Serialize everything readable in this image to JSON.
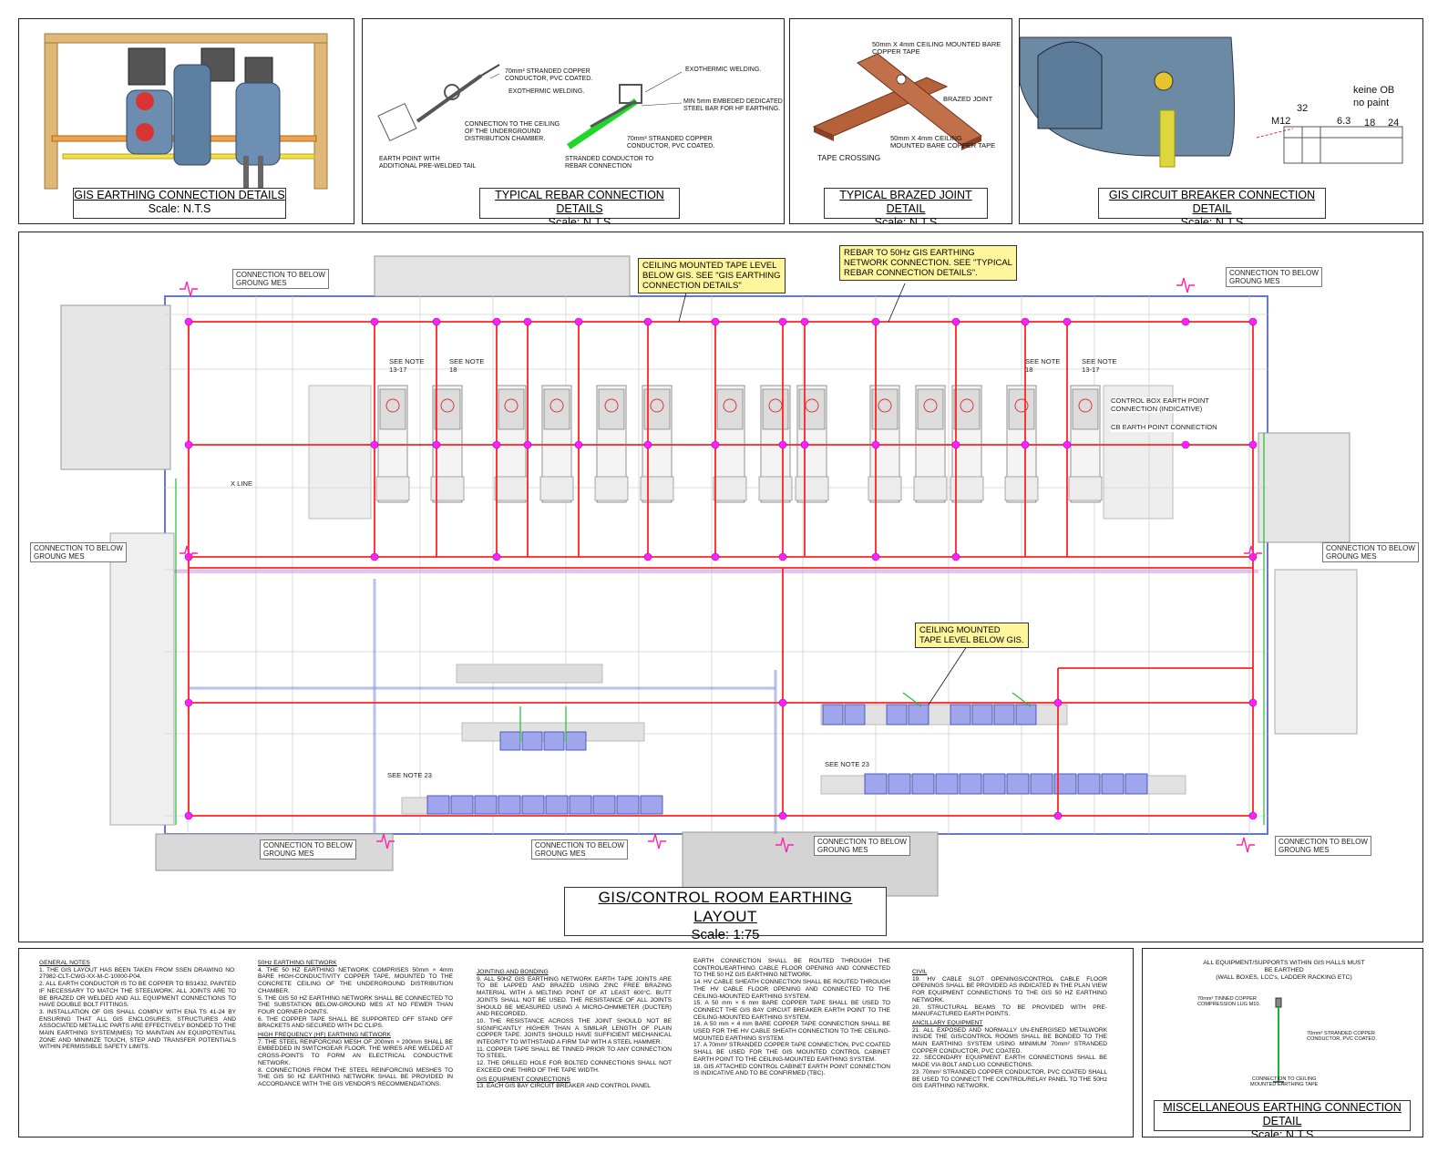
{
  "details": [
    {
      "title": "GIS EARTHING CONNECTION DETAILS",
      "scale": "Scale: N.T.S"
    },
    {
      "title": "TYPICAL REBAR CONNECTION DETAILS",
      "scale": "Scale: N.T.S"
    },
    {
      "title": "TYPICAL BRAZED JOINT DETAIL",
      "scale": "Scale: N.T.S"
    },
    {
      "title": "GIS CIRCUIT BREAKER CONNECTION DETAIL",
      "scale": "Scale: N.T.S"
    }
  ],
  "rebar_labels": {
    "conductor_pvc": "70mm² STRANDED COPPER\nCONDUCTOR, PVC COATED.",
    "exo_weld_left": "EXOTHERMIC WELDING.",
    "ceiling": "CONNECTION TO THE CEILING\nOF THE UNDERGROUND\nDISTRIBUTION CHAMBER.",
    "earth_point": "EARTH POINT WITH\nADDITIONAL PRE-WELDED TAIL",
    "exo_weld_right": "EXOTHERMIC WELDING.",
    "steel_bar": "MIN 5mm EMBEDED DEDICATED\nSTEEL BAR FOR HF EARTHING.",
    "conductor_pvc_2": "70mm² STRANDED COPPER\nCONDUCTOR, PVC COATED.",
    "stranded_rebar": "STRANDED CONDUCTOR TO\nREBAR CONNECTION"
  },
  "brazed_labels": {
    "top": "50mm X 4mm CEILING MOUNTED BARE\nCOPPER TAPE",
    "joint": "BRAZED JOINT",
    "bottom": "50mm X 4mm CEILING\nMOUNTED BARE COPPER TAPE",
    "crossing": "TAPE CROSSING"
  },
  "cb_labels": {
    "keine": "keine OB",
    "no_paint": "no paint",
    "m12": "M12",
    "d32": "32",
    "d63": "6.3",
    "d18": "18",
    "d24": "24"
  },
  "callouts": {
    "ceiling_tape": "CEILING MOUNTED TAPE LEVEL\nBELOW GIS. SEE \"GIS EARTHING\nCONNECTION DETAILS\"",
    "rebar": "REBAR TO 50Hz GIS EARTHING\nNETWORK CONNECTION. SEE \"TYPICAL\nREBAR CONNECTION DETAILS\".",
    "ceiling_tape_2": "CEILING MOUNTED\nTAPE LEVEL BELOW GIS."
  },
  "connections": {
    "label": "CONNECTION TO BELOW\nGROUNG MES"
  },
  "plan_notes": {
    "see_13_17_a": "SEE NOTE\n13-17",
    "see_18_a": "SEE NOTE\n18",
    "see_18_b": "SEE NOTE\n18",
    "see_13_17_b": "SEE NOTE\n13-17",
    "control_box": "CONTROL BOX EARTH POINT\nCONNECTION (INDICATIVE)",
    "cb_point": "CB EARTH POINT CONNECTION",
    "x_line": "X LINE",
    "see_23_a": "SEE NOTE 23",
    "see_23_b": "SEE NOTE 23"
  },
  "layout_title": {
    "title": "GIS/CONTROL ROOM EARTHING LAYOUT",
    "scale": "Scale: 1:75"
  },
  "general_notes": {
    "c1_head": "GENERAL NOTES",
    "c1": [
      "1.   THE GIS LAYOUT HAS BEEN TAKEN FROM SSEN DRAWING NO: 27982-CLT-CWG-XX-M-C-10000-P04.",
      "2.   ALL EARTH CONDUCTOR IS TO BE COPPER TO BS1432, PAINTED IF NECESSARY TO MATCH THE STEELWORK. ALL JOINTS ARE TO BE BRAZED OR WELDED AND ALL EQUIPMENT CONNECTIONS TO HAVE DOUBLE BOLT FITTINGS.",
      "3.   INSTALLATION OF GIS SHALL COMPLY WITH ENA TS 41-24 BY ENSURING THAT ALL GIS ENCLOSURES, STRUCTURES AND ASSOCIATED METALLIC PARTS ARE EFFECTIVELY BONDED TO THE MAIN EARTHING SYSTEM(MES) TO MAINTAIN AN EQUIPOTENTIAL ZONE AND MINIMIZE TOUCH, STEP AND TRANSFER POTENTIALS WITHIN PERMISSIBLE SAFETY LIMITS."
    ],
    "c2_head": "50Hz EARTHING NETWORK",
    "c2": [
      "4.   THE 50 HZ EARTHING NETWORK COMPRISES 50mm × 4mm BARE HIGH-CONDUCTIVITY COPPER TAPE, MOUNTED TO THE CONCRETE CEILING OF THE UNDERGROUND DISTRIBUTION CHAMBER.",
      "5.   THE GIS 50 HZ EARTHING NETWORK SHALL BE CONNECTED TO THE SUBSTATION BELOW-GROUND MES AT NO FEWER THAN FOUR CORNER POINTS.",
      "6.   THE COPPER TAPE SHALL BE SUPPORTED OFF STAND OFF BRACKETS AND SECURED WITH DC CLIPS."
    ],
    "c2b_head": "HIGH FREQUENCY (HF) EARTHING NETWORK",
    "c2b": [
      "7.   THE STEEL REINFORCING MESH OF 200mm × 200mm SHALL BE EMBEDDED IN SWITCHGEAR FLOOR. THE WIRES ARE WELDED AT CROSS-POINTS TO FORM AN ELECTRICAL CONDUCTIVE NETWORK.",
      "8.   CONNECTIONS FROM THE STEEL REINFORCING MESHES TO THE GIS 50 HZ EARTHING NETWORK SHALL BE PROVIDED IN ACCORDANCE WITH THE GIS VENDOR'S RECOMMENDATIONS."
    ],
    "c3_head": "JOINTING AND BONDING",
    "c3": [
      "9.   ALL 50HZ GIS EARTHING NETWORK EARTH TAPE JOINTS ARE TO BE LAPPED AND BRAZED USING ZINC FREE BRAZING MATERIAL WITH A MELTING POINT OF AT LEAST 600°C. BUTT JOINTS SHALL NOT BE USED. THE RESISTANCE OF ALL JOINTS SHOULD BE MEASURED USING A MICRO-OHMMETER (DUCTER) AND RECORDED.",
      "10.  THE RESISTANCE ACROSS THE JOINT SHOULD NOT BE SIGNIFICANTLY HIGHER THAN A SIMILAR LENGTH OF PLAIN COPPER TAPE. JOINTS SHOULD HAVE SUFFICIENT MECHANICAL INTEGRITY TO WITHSTAND A FIRM TAP WITH A STEEL HAMMER.",
      "11.  COPPER TAPE SHALL BE TINNED PRIOR TO ANY CONNECTION TO STEEL.",
      "12.  THE DRILLED HOLE FOR BOLTED CONNECTIONS SHALL NOT EXCEED ONE THIRD OF THE TAPE WIDTH."
    ],
    "c3b_head": "GIS EQUIPMENT CONNECTIONS",
    "c3b": [
      "13.  EACH GIS BAY CIRCUIT BREAKER AND CONTROL PANEL"
    ],
    "c4": [
      "EARTH CONNECTION SHALL BE ROUTED THROUGH THE CONTROL/EARTHING CABLE FLOOR OPENING AND CONNECTED TO THE 50 HZ GIS EARTHING NETWORK.",
      "14.  HV CABLE SHEATH CONNECTION SHALL BE ROUTED THROUGH THE HV CABLE FLOOR OPENING AND CONNECTED TO THE CEILING-MOUNTED EARTHING SYSTEM.",
      "15.  A 50 mm × 6 mm BARE COPPER TAPE SHALL BE USED TO CONNECT THE GIS BAY CIRCUIT BREAKER EARTH POINT TO THE CEILING-MOUNTED EARTHING SYSTEM.",
      "16.  A 50 mm × 4 mm BARE COPPER TAPE CONNECTION SHALL BE USED FOR THE HV CABLE SHEATH CONNECTION TO THE CEILING-MOUNTED EARTHING SYSTEM.",
      "17.  A 70mm² STRANDED COPPER TAPE CONNECTION, PVC COATED SHALL BE USED FOR THE GIS MOUNTED CONTROL CABINET EARTH POINT TO THE CEILING-MOUNTED EARTHING SYSTEM.",
      "18.  GIS ATTACHED CONTROL CABINET EARTH POINT CONNECTION IS INDICATIVE AND TO BE CONFIRMED (TBC)."
    ],
    "c5_head": "CIVIL",
    "c5": [
      "19.  HV CABLE SLOT OPENINGS/CONTROL CABLE FLOOR OPENINGS SHALL BE PROVIDED AS INDICATED IN THE PLAN VIEW FOR EQUIPMENT CONNECTIONS TO THE GIS 50 HZ EARTHING NETWORK.",
      "20.  STRUCTURAL BEAMS TO BE PROVIDED WITH PRE-MANUFACTURED EARTH POINTS."
    ],
    "c5b_head": "ANCILLARY EQUIPMENT",
    "c5b": [
      "21.  ALL EXPOSED AND NORMALLY UN-ENERGISED METALWORK INSIDE THE GIS/CONTROL ROOMS SHALL BE BONDED TO THE MAIN EARTHING SYSTEM USING MINIMUM 70mm² STRANDED COPPER CONDUCTOR, PVC COATED.",
      "22.  SECONDARY EQUIPMENT EARTH CONNECTIONS SHALL BE MADE VIA BOLT AND LUG CONNECTIONS.",
      "23.  70mm² STRANDED COPPER CONDUCTOR, PVC COATED SHALL BE USED TO CONNECT THE CONTROL/RELAY PANEL TO THE 50Hz GIS EARTHING NETWORK."
    ]
  },
  "misc_detail": {
    "head": "ALL EQUIPMENT/SUPPORTS WITHIN GIS HALLS MUST\nBE EARTHED\n(WALL BOXES, LCC's, LADDER RACKING ETC)",
    "lug": "70mm² TINNED COPPER\nCOMPRESSION LUG M10.",
    "conductor": "70mm² STRANDED COPPER\nCONDUCTOR, PVC COATED.",
    "ceiling": "CONNECTION TO CEILING\nMOUNTED EARTHING TAPE",
    "title": "MISCELLANEOUS EARTHING CONNECTION DETAIL",
    "scale": "Scale: N.T.S"
  }
}
